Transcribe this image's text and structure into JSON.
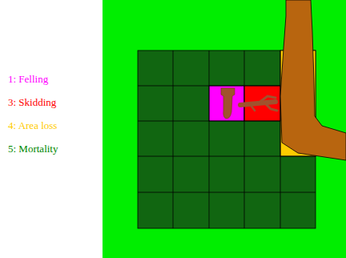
{
  "diagram": {
    "legend": [
      {
        "text": "1: Felling",
        "color": "#ff00ff"
      },
      {
        "text": "3: Skidding",
        "color": "#ff0000"
      },
      {
        "text": "4: Area loss",
        "color": "#ffcc00"
      },
      {
        "text": "5: Mortality",
        "color": "#008800"
      }
    ]
  }
}
